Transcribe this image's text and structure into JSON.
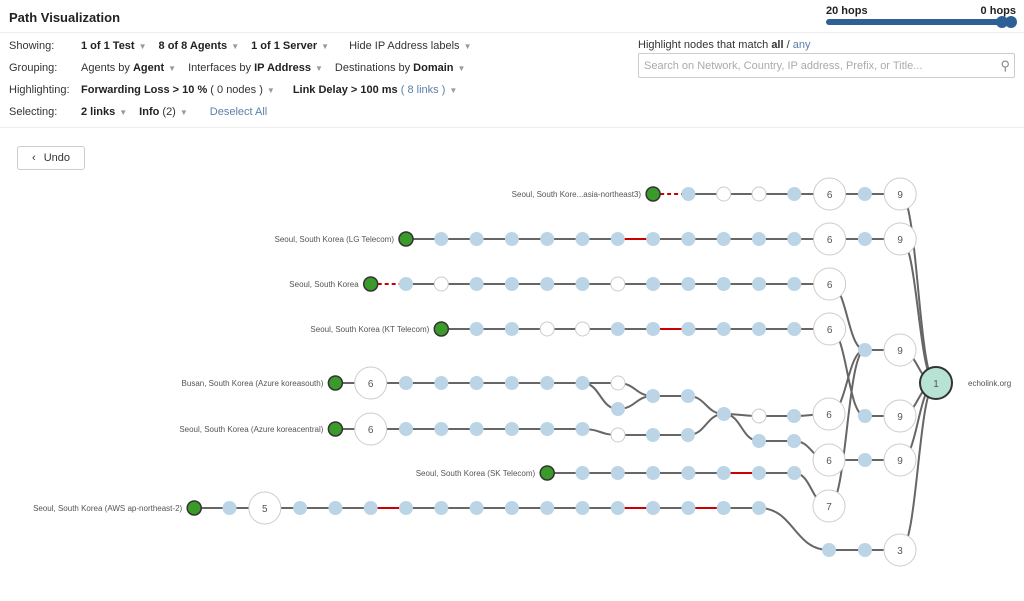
{
  "title": "Path Visualization",
  "hops": {
    "left": "20 hops",
    "right": "0 hops",
    "value_hops": 0
  },
  "filters": {
    "showing": {
      "label": "Showing:",
      "test": "1 of 1 Test",
      "agents": "8 of 8 Agents",
      "server": "1 of 1 Server",
      "ip": "Hide IP Address labels"
    },
    "grouping": {
      "label": "Grouping:",
      "a_pre": "Agents by ",
      "a": "Agent",
      "i_pre": "Interfaces by ",
      "i": "IP Address",
      "d_pre": "Destinations by ",
      "d": "Domain"
    },
    "highlighting": {
      "label": "Highlighting:",
      "fl": "Forwarding Loss > 10 %",
      "fl_count": "( 0 nodes )",
      "ld": "Link Delay > 100 ms",
      "ld_count": "( 8 links )"
    },
    "selecting": {
      "label": "Selecting:",
      "links": "2 links",
      "info": "Info",
      "info_count": "(2)",
      "deselect": "Deselect All"
    }
  },
  "highlight": {
    "pre": "Highlight nodes that match ",
    "all": "all",
    "sep": " / ",
    "any": "any",
    "placeholder": "Search on Network, Country, IP address, Prefix, or Title..."
  },
  "undo": "Undo",
  "agents": [
    "Seoul, South Kore...asia-northeast3)",
    "Seoul, South Korea (LG Telecom)",
    "Seoul, South Korea",
    "Seoul, South Korea (KT Telecom)",
    "Busan, South Korea (Azure koreasouth)",
    "Seoul, South Korea (Azure koreacentral)",
    "Seoul, South Korea (SK Telecom)",
    "Seoul, South Korea (AWS ap-northeast-2)"
  ],
  "destination": {
    "label": "echolink.org",
    "count": "1"
  },
  "colors": {
    "agent": "#3a9b2a",
    "hop": "#bcd5e6",
    "dest": "#b7e3d4",
    "delay": "#cc0000",
    "accent": "#2e6095"
  }
}
